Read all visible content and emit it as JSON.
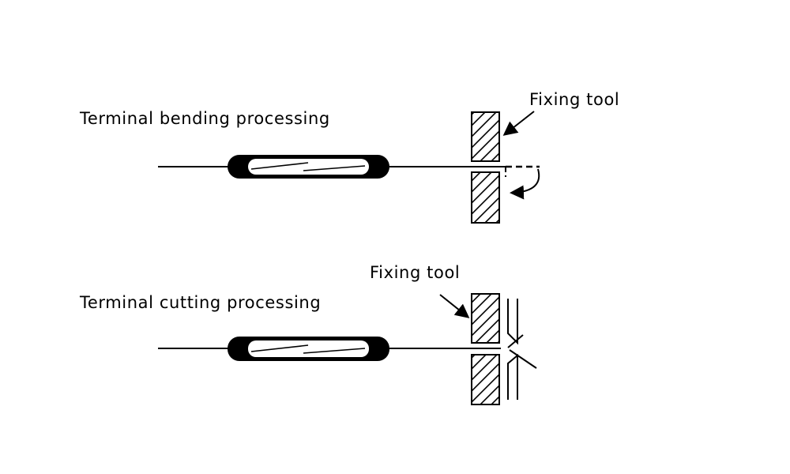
{
  "labels": {
    "bending_title": "Terminal bending processing",
    "bending_tool": "Fixing tool",
    "cutting_title": "Terminal cutting processing",
    "cutting_tool": "Fixing tool"
  },
  "colors": {
    "ink": "#000000",
    "background": "#ffffff",
    "glass_inner": "#ffffff"
  }
}
